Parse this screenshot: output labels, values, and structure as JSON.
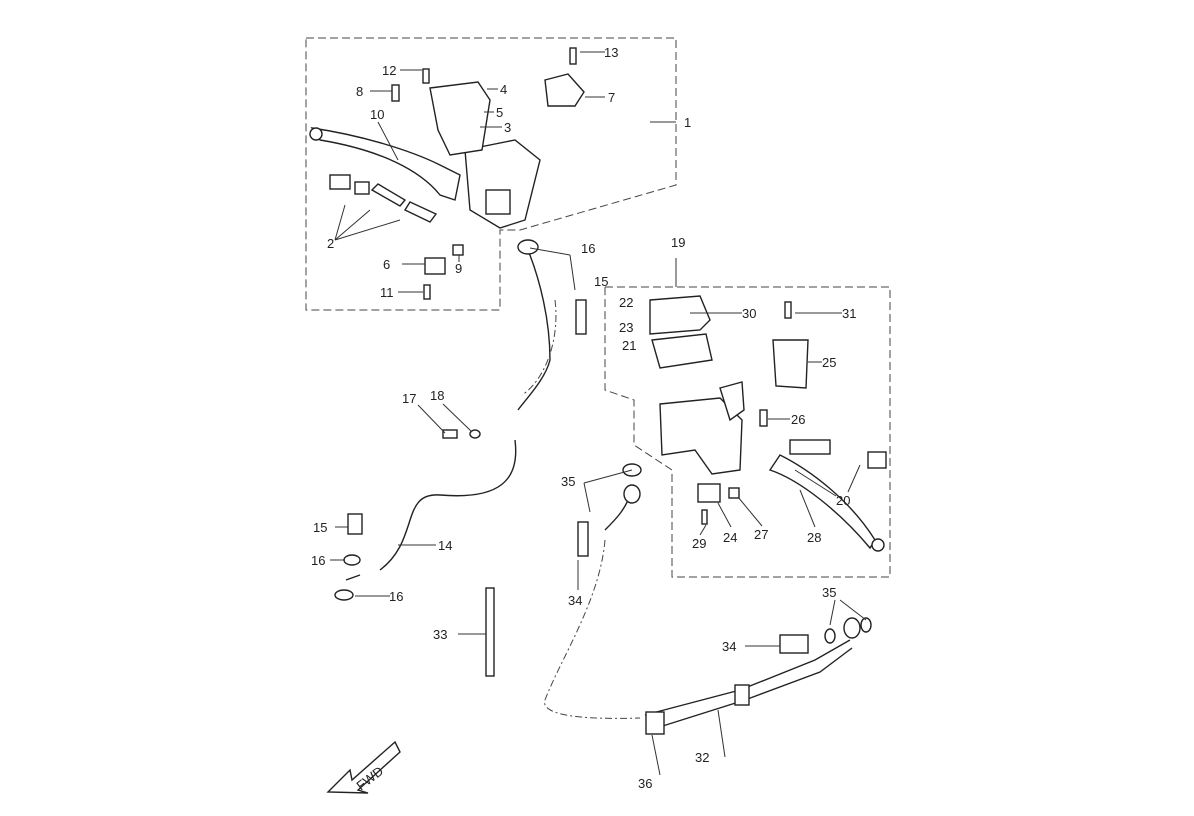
{
  "diagram": {
    "callouts": {
      "c1": "1",
      "c2": "2",
      "c3": "3",
      "c4": "4",
      "c5": "5",
      "c6": "6",
      "c7": "7",
      "c8": "8",
      "c9": "9",
      "c10": "10",
      "c11": "11",
      "c12": "12",
      "c13": "13",
      "c14": "14",
      "c15": "15",
      "c16": "16",
      "c17": "17",
      "c18": "18",
      "c19": "19",
      "c20": "20",
      "c21": "21",
      "c22": "22",
      "c23": "23",
      "c24": "24",
      "c25": "25",
      "c26": "26",
      "c27": "27",
      "c28": "28",
      "c29": "29",
      "c30": "30",
      "c31": "31",
      "c32": "32",
      "c33": "33",
      "c34": "34",
      "c35": "35",
      "c36": "36"
    },
    "direction_arrow": "FWD"
  }
}
